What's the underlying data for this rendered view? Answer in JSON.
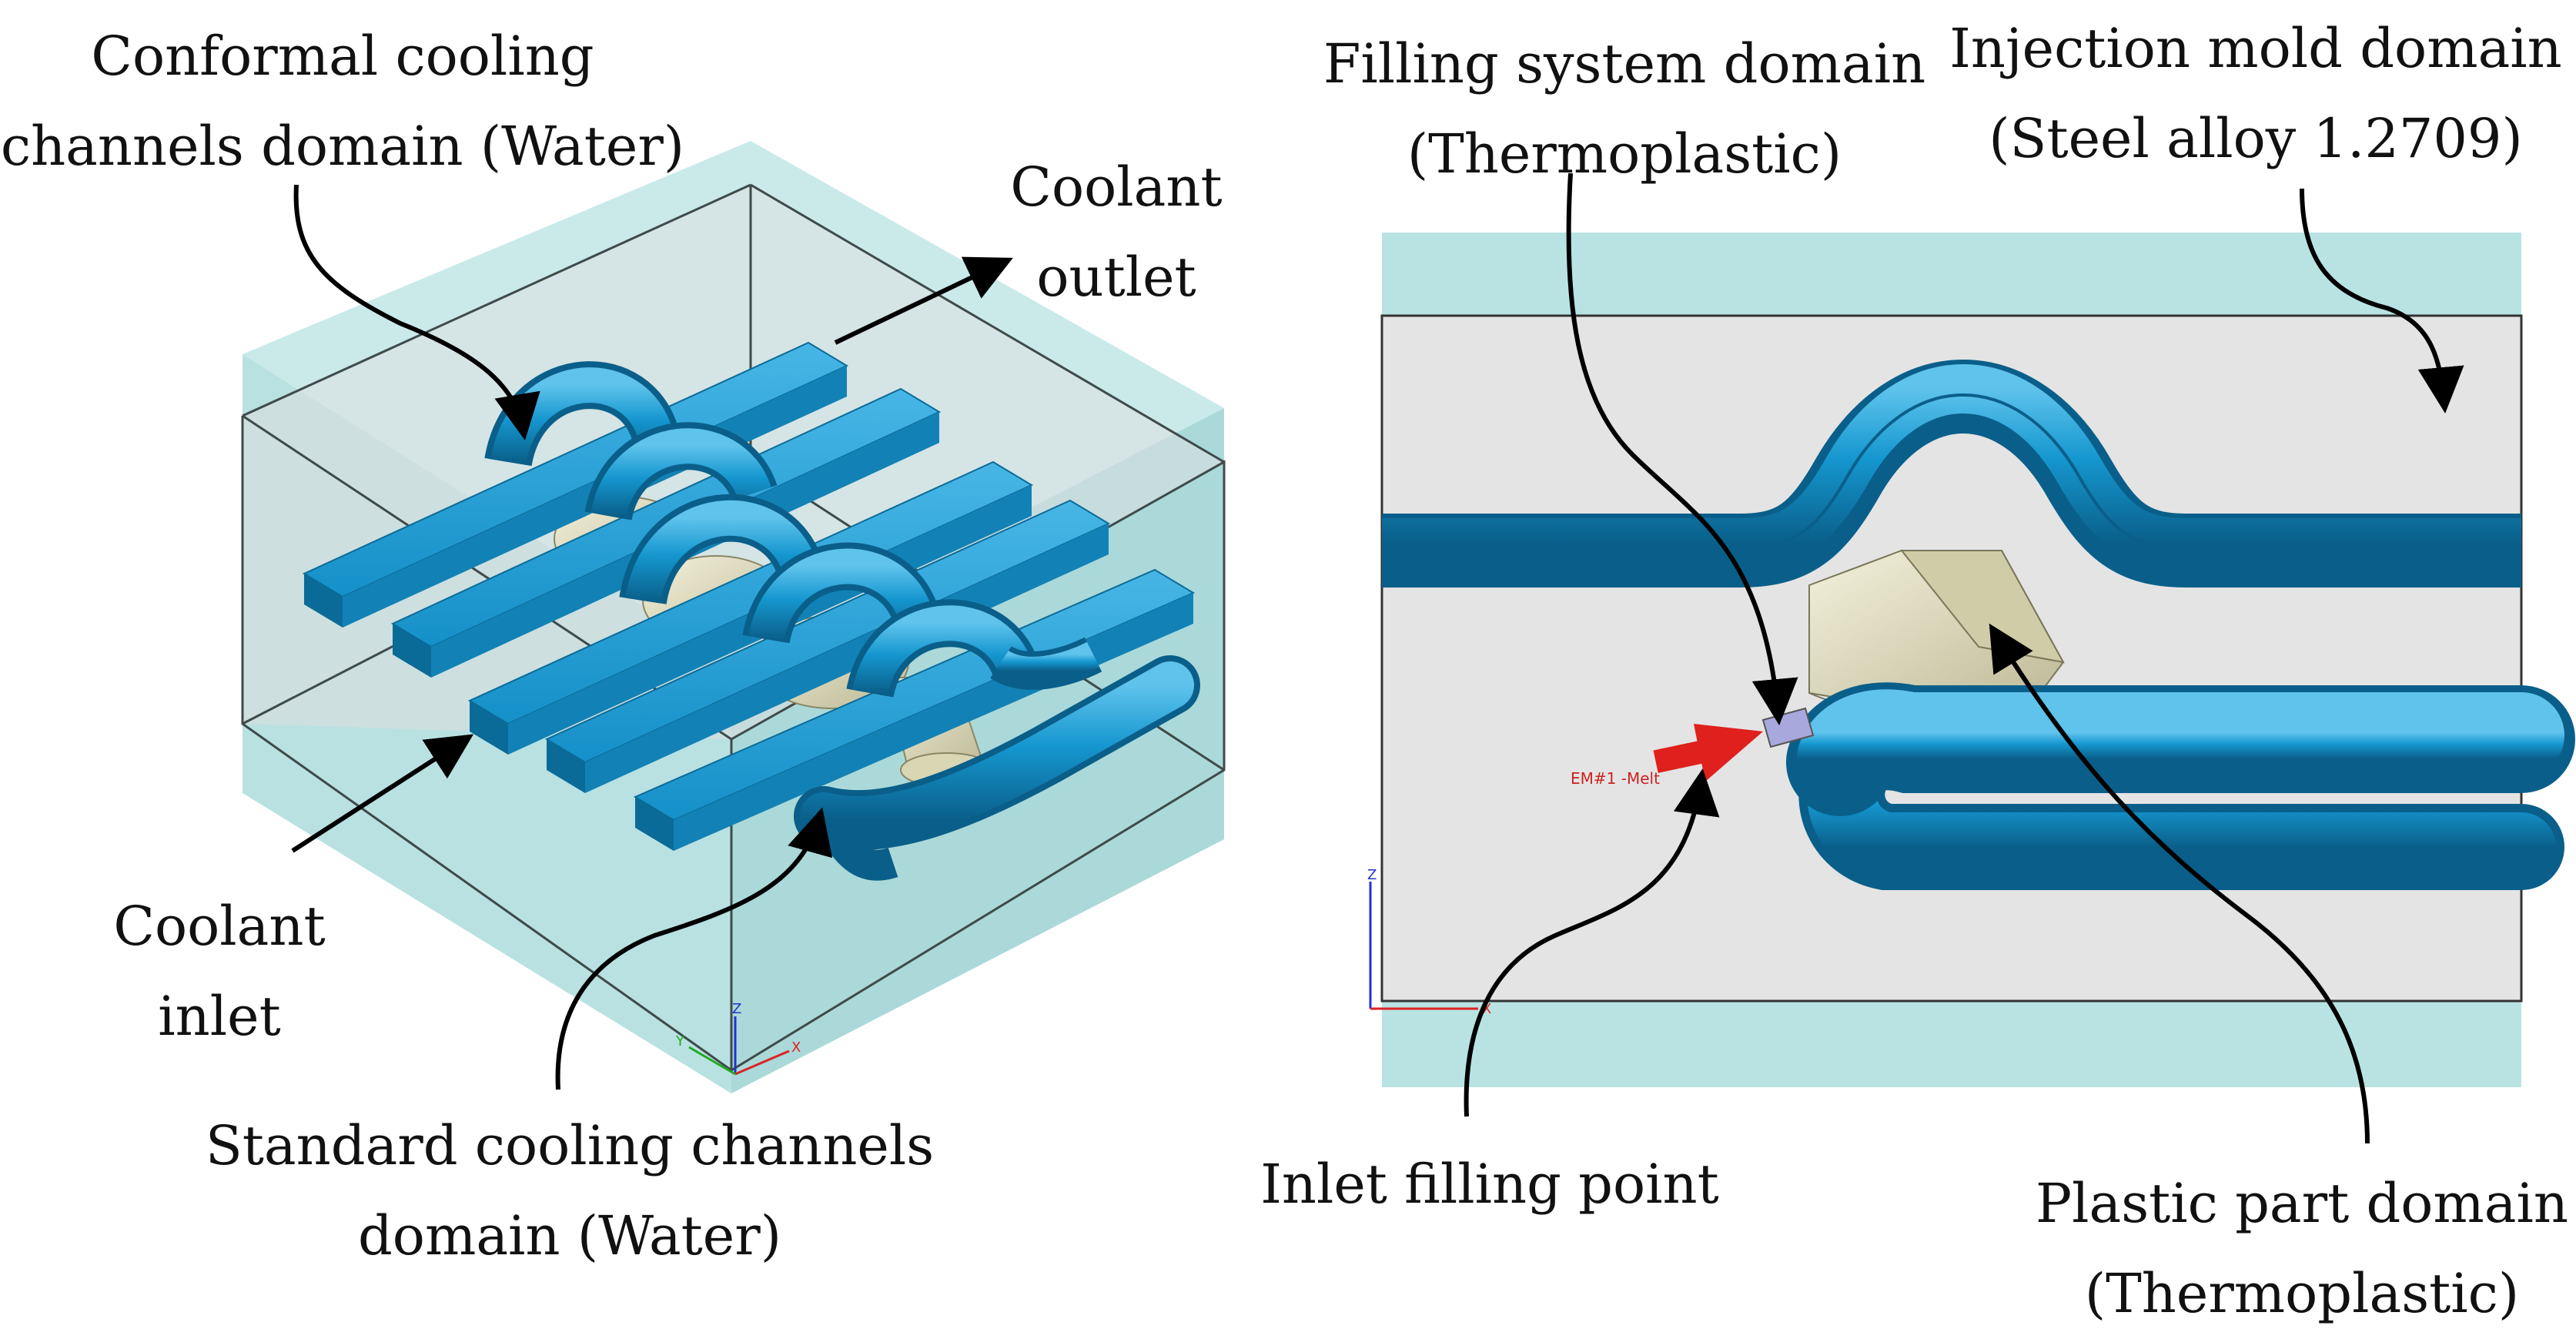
{
  "colors": {
    "mold_block": "#b9e3e3",
    "mold_edge": "#3f4a4a",
    "channel_blue": "#1597cf",
    "channel_dark": "#0b6b98",
    "part_cream": "#e5e2c2",
    "cavity_gray": "#e4e4e4",
    "arrow": "#000000",
    "inlet_red": "#e0201c",
    "inlet_violet": "#a8a8dc"
  },
  "left_view": {
    "labels": {
      "conformal_line1": "Conformal cooling",
      "conformal_line2": "channels domain (Water)",
      "outlet_line1": "Coolant",
      "outlet_line2": "outlet",
      "inlet_line1": "Coolant",
      "inlet_line2": "inlet",
      "standard_line1": "Standard cooling channels",
      "standard_line2": "domain (Water)"
    },
    "axis_triad": {
      "z": "Z",
      "y": "Y",
      "x": "X"
    }
  },
  "right_view": {
    "labels": {
      "filling_line1": "Filling system domain",
      "filling_line2": "(Thermoplastic)",
      "mold_line1": "Injection mold domain",
      "mold_line2": "(Steel alloy 1.2709)",
      "inlet_point": "Inlet filling point",
      "plastic_line1": "Plastic part domain",
      "plastic_line2": "(Thermoplastic)"
    },
    "melt_tag": "EM#1 -Melt",
    "axis_triad": {
      "z": "Z",
      "x": "X"
    }
  }
}
